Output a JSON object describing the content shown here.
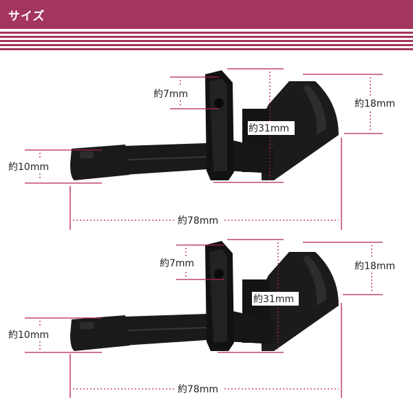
{
  "header": {
    "title": "サイズ"
  },
  "colors": {
    "accent": "#a3355e",
    "dimension_line": "#b3204a",
    "sensor": "#151515"
  },
  "diagrams": [
    {
      "labels": {
        "lip_height": "約7mm",
        "body_length": "約31mm",
        "connector_height": "約18mm",
        "tip_diameter": "約10mm",
        "total_length": "約78mm"
      }
    },
    {
      "labels": {
        "lip_height": "約7mm",
        "body_length": "約31mm",
        "connector_height": "約18mm",
        "tip_diameter": "約10mm",
        "total_length": "約78mm"
      }
    }
  ]
}
